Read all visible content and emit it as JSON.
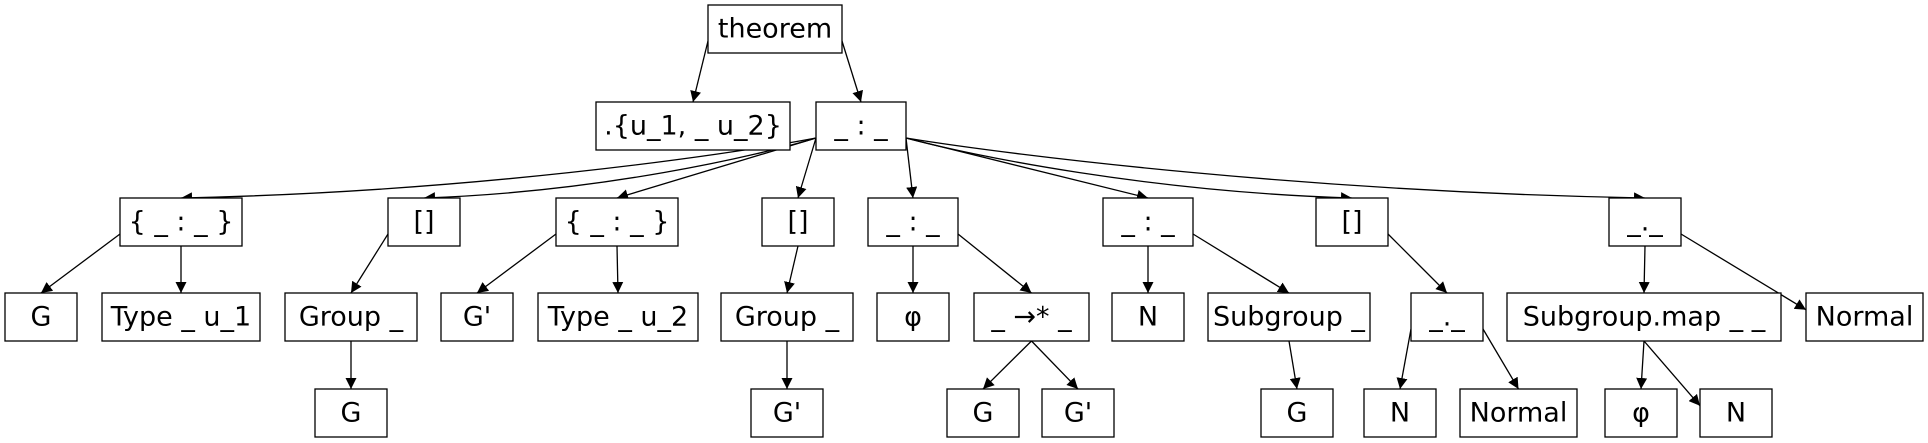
{
  "nodes": [
    {
      "id": "n1",
      "label": "theorem"
    },
    {
      "id": "n2",
      "label": ".{u_1, _ u_2}"
    },
    {
      "id": "n3",
      "label": "_ : _"
    },
    {
      "id": "n4",
      "label": "{ _ : _ }"
    },
    {
      "id": "n5",
      "label": "[]"
    },
    {
      "id": "n6",
      "label": "{ _ : _ }"
    },
    {
      "id": "n7",
      "label": "[]"
    },
    {
      "id": "n8",
      "label": "_ : _"
    },
    {
      "id": "n9",
      "label": "_ : _"
    },
    {
      "id": "n10",
      "label": "[]"
    },
    {
      "id": "n11",
      "label": "_._"
    },
    {
      "id": "n12",
      "label": "G"
    },
    {
      "id": "n13",
      "label": "Type _ u_1"
    },
    {
      "id": "n14",
      "label": "Group _"
    },
    {
      "id": "n15",
      "label": "G'"
    },
    {
      "id": "n16",
      "label": "Type _ u_2"
    },
    {
      "id": "n17",
      "label": "Group _"
    },
    {
      "id": "n18",
      "label": "φ"
    },
    {
      "id": "n19",
      "label": "_ →* _"
    },
    {
      "id": "n20",
      "label": "N"
    },
    {
      "id": "n21",
      "label": "Subgroup _"
    },
    {
      "id": "n22",
      "label": "_._"
    },
    {
      "id": "n23",
      "label": "Subgroup.map _ _"
    },
    {
      "id": "n24",
      "label": "Normal"
    },
    {
      "id": "n25",
      "label": "G"
    },
    {
      "id": "n26",
      "label": "G'"
    },
    {
      "id": "n27",
      "label": "G"
    },
    {
      "id": "n28",
      "label": "G'"
    },
    {
      "id": "n29",
      "label": "G"
    },
    {
      "id": "n30",
      "label": "N"
    },
    {
      "id": "n31",
      "label": "Normal"
    },
    {
      "id": "n32",
      "label": "φ"
    },
    {
      "id": "n33",
      "label": "N"
    }
  ],
  "edges": [
    [
      "n1",
      "n2"
    ],
    [
      "n1",
      "n3"
    ],
    [
      "n3",
      "n4"
    ],
    [
      "n3",
      "n5"
    ],
    [
      "n3",
      "n6"
    ],
    [
      "n3",
      "n7"
    ],
    [
      "n3",
      "n8"
    ],
    [
      "n3",
      "n9"
    ],
    [
      "n3",
      "n10"
    ],
    [
      "n3",
      "n11"
    ],
    [
      "n4",
      "n12"
    ],
    [
      "n4",
      "n13"
    ],
    [
      "n5",
      "n14"
    ],
    [
      "n6",
      "n15"
    ],
    [
      "n6",
      "n16"
    ],
    [
      "n7",
      "n17"
    ],
    [
      "n8",
      "n18"
    ],
    [
      "n8",
      "n19"
    ],
    [
      "n9",
      "n20"
    ],
    [
      "n9",
      "n21"
    ],
    [
      "n10",
      "n22"
    ],
    [
      "n11",
      "n23"
    ],
    [
      "n11",
      "n24"
    ],
    [
      "n14",
      "n25"
    ],
    [
      "n17",
      "n26"
    ],
    [
      "n19",
      "n27"
    ],
    [
      "n19",
      "n28"
    ],
    [
      "n21",
      "n29"
    ],
    [
      "n22",
      "n30"
    ],
    [
      "n22",
      "n31"
    ],
    [
      "n23",
      "n32"
    ],
    [
      "n23",
      "n33"
    ]
  ]
}
